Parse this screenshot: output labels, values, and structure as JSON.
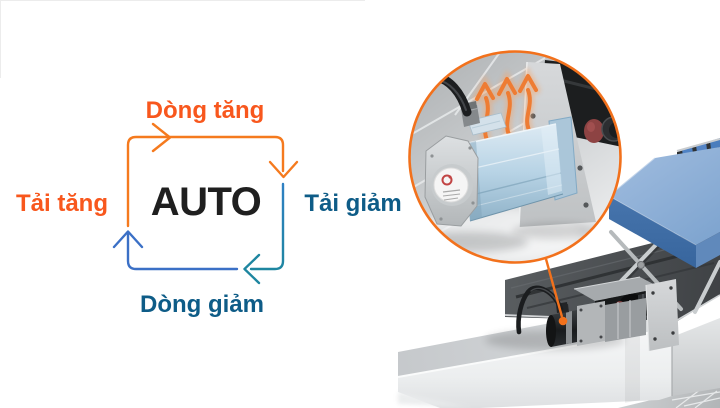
{
  "diagram": {
    "auto_label": "AUTO",
    "labels": {
      "top": "Dòng tăng",
      "right": "Tải giảm",
      "bottom": "Dòng giảm",
      "left": "Tải tăng"
    }
  },
  "colors": {
    "accent_orange": "#F2711C",
    "arrow_orange": "#F57A1E",
    "text_orange": "#F8571D",
    "arrow_blue": "#3B70C6",
    "arrow_teal": "#1E86A0",
    "text_blue": "#0E5C87",
    "auto_text": "#1F1F1F",
    "platform_blue": "#7EA4CF"
  },
  "illustration": {
    "heat_arrows_count": 3,
    "inset": "magnified-servo-motor",
    "scene": "scissor-lift-actuator"
  }
}
